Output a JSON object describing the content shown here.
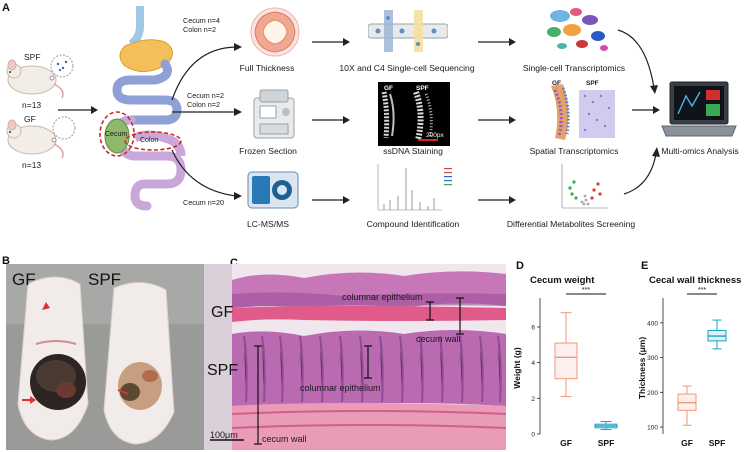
{
  "panels": {
    "A": "A",
    "B": "B",
    "C": "C",
    "D": "D",
    "E": "E"
  },
  "panel_a": {
    "mice": [
      {
        "group": "SPF",
        "n": "n=13"
      },
      {
        "group": "GF",
        "n": "n=13"
      }
    ],
    "gut_labels": {
      "cecum": "Cecum",
      "colon": "Colon"
    },
    "branches": [
      {
        "sample_lines": [
          "Cecum n=4",
          "Colon  n=2"
        ],
        "prep": "Full Thickness",
        "method": "10X and C4  Single-cell Sequencing",
        "result": "Single-cell Transcriptomics"
      },
      {
        "sample_lines": [
          "Cecum n=2",
          "Colon  n=2"
        ],
        "prep": "Frozen Section",
        "method": "ssDNA Staining",
        "result": "Spatial Transcriptomics"
      },
      {
        "sample_lines": [
          "Cecum n=20"
        ],
        "prep": "LC-MS/MS",
        "method": "Compound Identification",
        "result": "Differential Metabolites Screening"
      }
    ],
    "ssdna_image": {
      "left": "GF",
      "right": "SPF",
      "scale": "200px"
    },
    "spatial_labels": {
      "left": "GF",
      "right": "SPF"
    },
    "final": "Multi-omics Analysis"
  },
  "panel_b": {
    "left": "GF",
    "right": "SPF"
  },
  "panel_c": {
    "gf_label": "GF",
    "spf_label": "SPF",
    "gf_epithelium": "columnar epithelium",
    "gf_wall": "cecum wall",
    "spf_epithelium": "columnar epithelium",
    "spf_wall": "cecum wall",
    "scale_bar": "100μm"
  },
  "chart_data": [
    {
      "type": "box",
      "title": "Cecum weight",
      "ylabel": "Weight (g)",
      "categories": [
        "GF",
        "SPF"
      ],
      "ylim": [
        0,
        7.4
      ],
      "yticks": [
        0,
        2,
        4,
        6
      ],
      "significance": "***",
      "colors": [
        "#f2967b",
        "#1aa3c2"
      ],
      "boxes": [
        {
          "name": "GF",
          "min": 2.1,
          "q1": 3.1,
          "median": 4.3,
          "q3": 5.1,
          "max": 6.8
        },
        {
          "name": "SPF",
          "min": 0.25,
          "q1": 0.35,
          "median": 0.45,
          "q3": 0.55,
          "max": 0.7
        }
      ]
    },
    {
      "type": "box",
      "title": "Cecal wall thickness",
      "ylabel": "Thickness (μm)",
      "categories": [
        "GF",
        "SPF"
      ],
      "ylim": [
        80,
        460
      ],
      "yticks": [
        100,
        200,
        300,
        400
      ],
      "significance": "***",
      "colors": [
        "#f2967b",
        "#1aa3c2"
      ],
      "boxes": [
        {
          "name": "GF",
          "min": 105,
          "q1": 148,
          "median": 170,
          "q3": 195,
          "max": 218
        },
        {
          "name": "SPF",
          "min": 325,
          "q1": 348,
          "median": 362,
          "q3": 378,
          "max": 408
        }
      ]
    }
  ]
}
